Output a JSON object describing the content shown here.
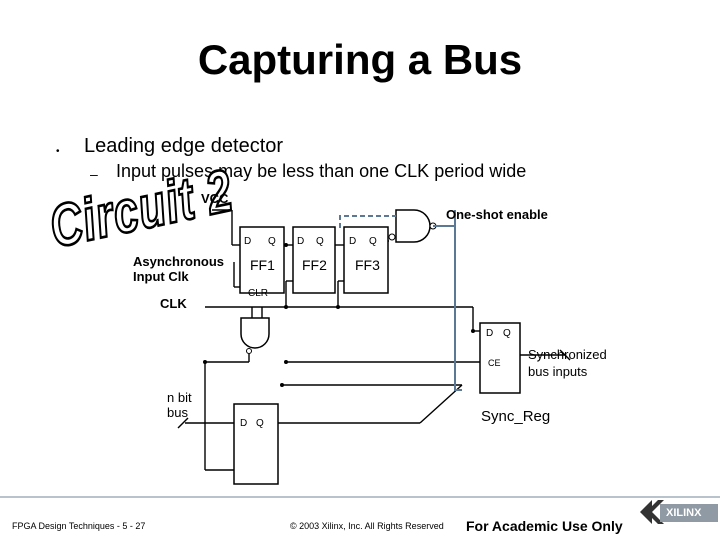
{
  "title": "Capturing a Bus",
  "bullets": {
    "level1": {
      "marker": "•",
      "text": "Leading edge detector"
    },
    "level2": {
      "marker": "–",
      "text": "Input pulses may be less than one CLK period wide"
    }
  },
  "circuit_label": "Circuit 2",
  "labels": {
    "vcc": "VCC",
    "one_shot_enable": "One-shot enable",
    "async_line1": "Asynchronous",
    "async_line2": "Input Clk",
    "clk": "CLK",
    "clr": "CLR",
    "nbit_line1": "n bit",
    "nbit_line2": "bus",
    "sync_line1": "Synchronized",
    "sync_line2": "bus inputs",
    "sync_reg": "Sync_Reg",
    "ce": "CE"
  },
  "flipflops": [
    {
      "name": "FF1",
      "d": "D",
      "q": "Q"
    },
    {
      "name": "FF2",
      "d": "D",
      "q": "Q"
    },
    {
      "name": "FF3",
      "d": "D",
      "q": "Q"
    }
  ],
  "registers": {
    "sync": {
      "d": "D",
      "q": "Q"
    },
    "bus": {
      "d": "D",
      "q": "Q"
    }
  },
  "footer": {
    "left": "FPGA Design Techniques - 5 - 27",
    "center": "© 2003 Xilinx, Inc. All Rights Reserved",
    "right": "For Academic Use Only",
    "logo": "XILINX"
  },
  "colors": {
    "feedback_wire": "#5b7894",
    "footer_bar": "#b9c3cc",
    "logo_dark": "#333333"
  }
}
